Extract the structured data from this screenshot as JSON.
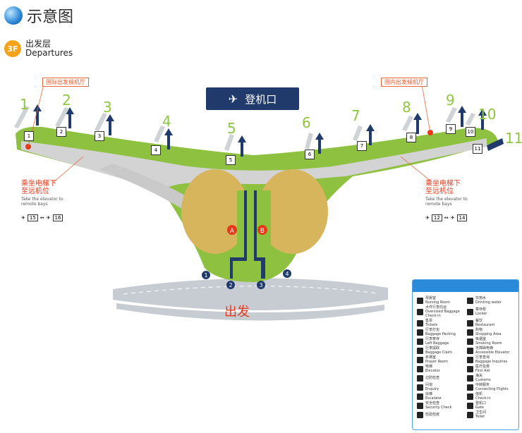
{
  "header": {
    "title": "示意图",
    "floor_badge": "3F",
    "floor_cn": "出发层",
    "floor_en": "Departures"
  },
  "gate_title": "登机口",
  "lounges": {
    "intl": "国际出发候机厅",
    "dom": "国内出发候机厅"
  },
  "elevator_note": {
    "cn_line1": "乘坐电梯下",
    "cn_line2": "至远机位",
    "en_line1": "Take the elevator to",
    "en_line2": "remote bays"
  },
  "gates": [
    "1",
    "2",
    "3",
    "4",
    "5",
    "6",
    "7",
    "8",
    "9",
    "10",
    "11"
  ],
  "gate_chips": [
    "1",
    "2",
    "3",
    "4",
    "5",
    "6",
    "7",
    "8",
    "9",
    "10",
    "11"
  ],
  "remote_left": {
    "a": "15",
    "b": "16"
  },
  "remote_right": {
    "a": "12",
    "b": "14"
  },
  "zones": {
    "a": "A",
    "b": "B"
  },
  "doors": [
    "1",
    "2",
    "3",
    "4"
  ],
  "depart_label": "出发",
  "legend": {
    "items": [
      {
        "icon": "nursing-room-icon",
        "cn": "母婴室",
        "en": "Nursing Room"
      },
      {
        "icon": "drinking-water-icon",
        "cn": "饮用水",
        "en": "Drinking water"
      },
      {
        "icon": "oversized-baggage-icon",
        "cn": "大件行李托运",
        "en": "Oversized Baggage Check-in"
      },
      {
        "icon": "locker-icon",
        "cn": "寄存柜",
        "en": "Locker"
      },
      {
        "icon": "tickets-icon",
        "cn": "售票",
        "en": "Tickets"
      },
      {
        "icon": "restaurant-icon",
        "cn": "餐饮",
        "en": "Restaurant"
      },
      {
        "icon": "baggage-packing-icon",
        "cn": "行李打包",
        "en": "Baggage Packing"
      },
      {
        "icon": "shopping-icon",
        "cn": "购物",
        "en": "Shopping Area"
      },
      {
        "icon": "left-baggage-icon",
        "cn": "行李寄存",
        "en": "Left Baggage"
      },
      {
        "icon": "smoking-room-icon",
        "cn": "吸烟室",
        "en": "Smoking Room"
      },
      {
        "icon": "baggage-claim-icon",
        "cn": "行李提取",
        "en": "Baggage Claim"
      },
      {
        "icon": "accessible-elevator-icon",
        "cn": "无障碍电梯",
        "en": "Accessible Elevator"
      },
      {
        "icon": "prayer-room-icon",
        "cn": "祈祷室",
        "en": "Prayer Room"
      },
      {
        "icon": "baggage-inquiries-icon",
        "cn": "行李查询",
        "en": "Baggage Inquiries"
      },
      {
        "icon": "elevator-icon",
        "cn": "电梯",
        "en": "Elevator"
      },
      {
        "icon": "first-aid-icon",
        "cn": "医疗急救",
        "en": "First Aid"
      },
      {
        "icon": "immigration-icon",
        "cn": "边防检查",
        "en": ""
      },
      {
        "icon": "customs-icon",
        "cn": "海关",
        "en": "Customs"
      },
      {
        "icon": "enquiry-icon",
        "cn": "问询",
        "en": "Enquiry"
      },
      {
        "icon": "connecting-flights-icon",
        "cn": "中转服务",
        "en": "Connecting Flights"
      },
      {
        "icon": "escalator-icon",
        "cn": "扶梯",
        "en": "Escalator"
      },
      {
        "icon": "checkin-icon",
        "cn": "值机",
        "en": "Check-in"
      },
      {
        "icon": "security-check-icon",
        "cn": "安全检查",
        "en": "Security Check"
      },
      {
        "icon": "gate-icon",
        "cn": "登机口",
        "en": "Gate"
      },
      {
        "icon": "inspection-icon",
        "cn": "检验检疫",
        "en": ""
      },
      {
        "icon": "toilet-icon",
        "cn": "卫生间",
        "en": "Toilet"
      }
    ]
  },
  "colors": {
    "terminal_green": "#8dc13f",
    "corridor_gray": "#d3d3d3",
    "zone_tan": "#d6b55c",
    "gate_blue": "#1f3a6b",
    "arrow_red": "#e5391a",
    "legend_blue": "#2b8ad9"
  }
}
